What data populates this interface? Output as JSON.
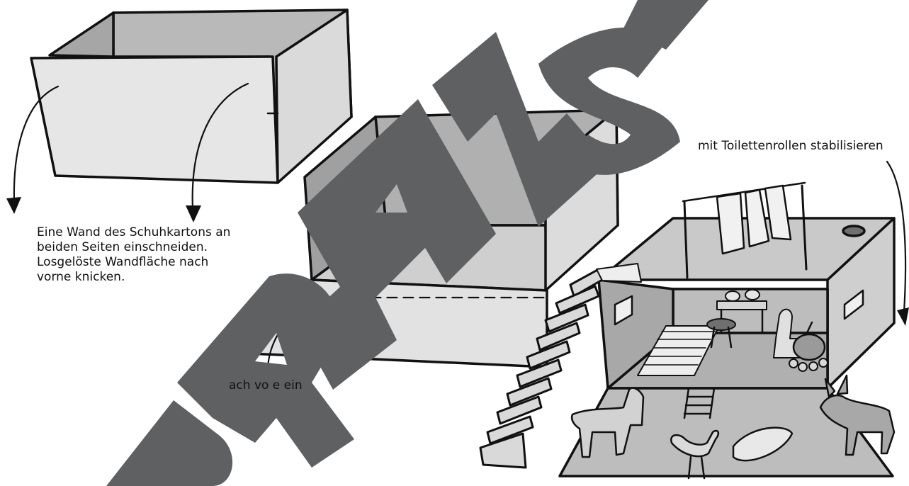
{
  "instructions": {
    "step1_lines": [
      "Eine Wand des Schuhkartons an",
      "beiden Seiten einschneiden.",
      "Losgelöste Wandfläche nach",
      "vorne knicken."
    ],
    "step2_visible": "ach vo   e ein",
    "step3": "mit Toilettenrollen stabilisieren"
  },
  "watermark": {
    "text": "PROBE",
    "color": "#5e6062"
  },
  "colors": {
    "line": "#111111",
    "light_fill": "#e3e3e3",
    "mid_fill": "#bdbdbd",
    "dark_fill": "#9a9a9a"
  }
}
